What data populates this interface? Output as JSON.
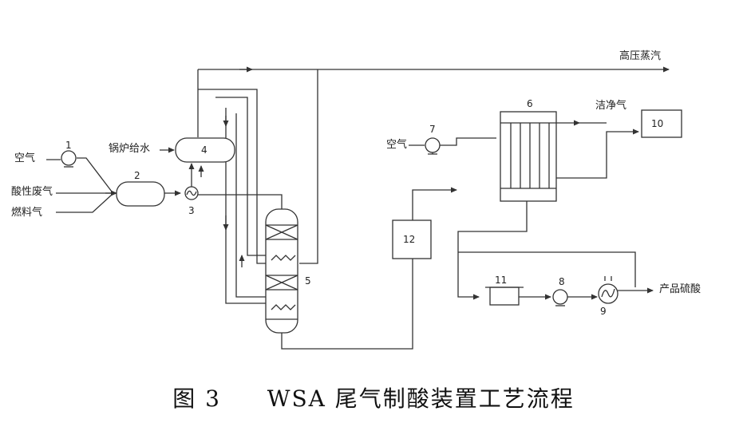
{
  "diagram": {
    "labels": {
      "high_pressure_steam": "高压蒸汽",
      "clean_gas": "洁净气",
      "air_left": "空气",
      "acid_waste_gas": "酸性废气",
      "fuel_gas": "燃料气",
      "boiler_feed_water": "锅炉给水",
      "air_right": "空气",
      "product_sulfuric_acid": "产品硫酸"
    },
    "equipment_numbers": {
      "n1": "1",
      "n2": "2",
      "n3": "3",
      "n4": "4",
      "n5": "5",
      "n6": "6",
      "n7": "7",
      "n8": "8",
      "n9": "9",
      "n10": "10",
      "n11": "11",
      "n12": "12"
    },
    "caption": {
      "figure": "图 3",
      "title": "WSA 尾气制酸装置工艺流程"
    }
  }
}
